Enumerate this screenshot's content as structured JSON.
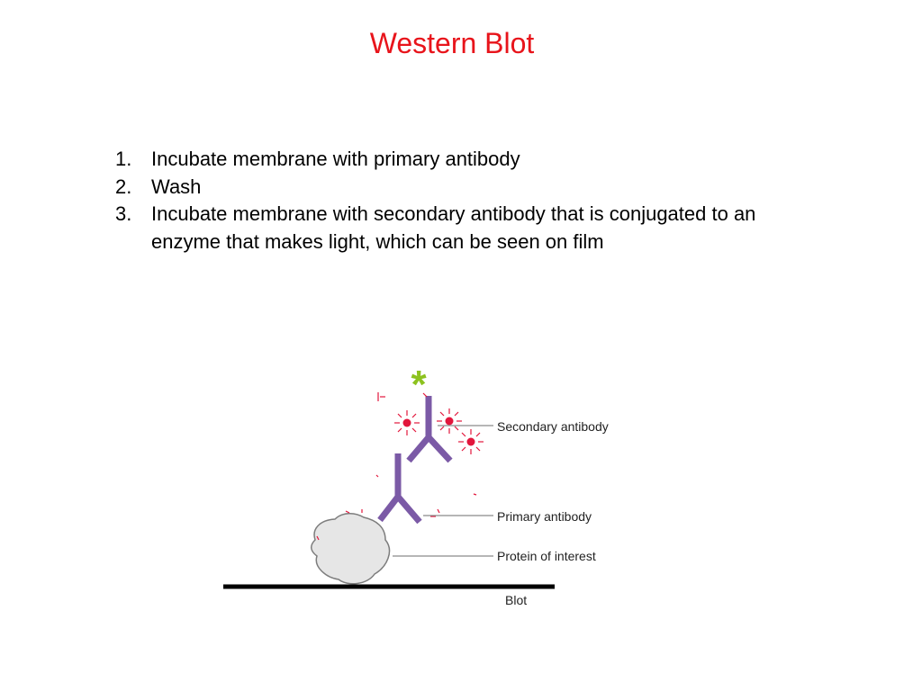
{
  "slide": {
    "title": "Western Blot",
    "title_color": "#e8141b"
  },
  "steps": [
    {
      "number": "1.",
      "text": "Incubate membrane with primary antibody"
    },
    {
      "number": "2.",
      "text": "Wash"
    },
    {
      "number": "3.",
      "text": "Incubate membrane with secondary antibody that is conjugated to an enzyme that makes light, which can be seen on film"
    }
  ],
  "diagram": {
    "asterisk": "*",
    "asterisk_color": "#8dc21f",
    "antibody_color": "#7b5aa6",
    "light_color": "#e2163c",
    "protein_color": "#e6e6e6",
    "labels": {
      "secondary": "Secondary antibody",
      "primary": "Primary antibody",
      "protein": "Protein of interest",
      "blot": "Blot"
    }
  }
}
